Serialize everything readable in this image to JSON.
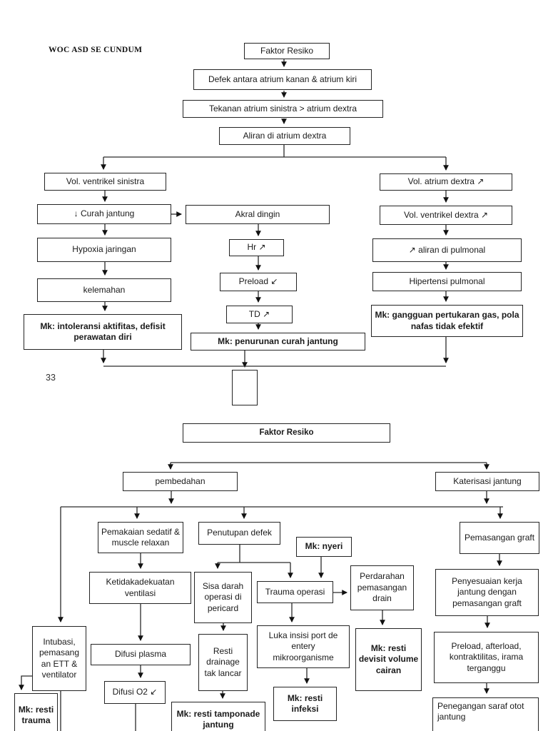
{
  "page": {
    "title": "WOC ASD SE CUNDUM",
    "page_number": "33"
  },
  "chart1": {
    "nodes": {
      "faktor_resiko": "Faktor Resiko",
      "defek": "Defek antara atrium kanan & atrium kiri",
      "tekanan": "Tekanan atrium sinistra > atrium dextra",
      "aliran": "Aliran di atrium dextra",
      "vol_ventrikel_sinistra": "Vol. ventrikel sinistra",
      "curah_jantung": "↓ Curah jantung",
      "hypoxia": "Hypoxia jaringan",
      "kelemahan": "kelemahan",
      "mk_intoleransi": "Mk: intoleransi aktifitas, defisit perawatan diri",
      "akral_dingin": "Akral dingin",
      "hr": "Hr ↗",
      "preload": "Preload ↙",
      "td": "TD ↗",
      "mk_penurunan": "Mk: penurunan curah jantung",
      "vol_atrium_dextra": "Vol. atrium dextra ↗",
      "vol_ventrikel_dextra": "Vol. ventrikel dextra ↗",
      "aliran_pulmonal": "↗ aliran di pulmonal",
      "hipertensi_pulmonal": "Hipertensi pulmonal",
      "mk_gangguan": "Mk: gangguan pertukaran gas, pola nafas tidak efektif"
    }
  },
  "chart2": {
    "nodes": {
      "faktor_resiko": "Faktor Resiko",
      "pembedahan": "pembedahan",
      "katerisasi": "Katerisasi jantung",
      "pemakaian_sedatif": "Pemakaian sedatif & muscle relaxan",
      "penutupan_defek": "Penutupan defek",
      "mk_nyeri": "Mk: nyeri",
      "pemasangan_graft": "Pemasangan graft",
      "ketidakadekuatan": "Ketidakadekuatan ventilasi",
      "sisa_darah": "Sisa darah operasi di pericard",
      "trauma_operasi": "Trauma operasi",
      "perdarahan": "Perdarahan pemasangan drain",
      "penyesuaian": "Penyesuaian kerja jantung dengan pemasangan graft",
      "intubasi": "Intubasi, pemasang an ETT & ventilator",
      "difusi_plasma": "Difusi plasma",
      "resti_drainage": "Resti drainage tak lancar",
      "luka_insisi": "Luka insisi port de entery mikroorganisme",
      "mk_devisit": "Mk: resti devisit volume cairan",
      "preload_afterload": "Preload, afterload, kontraktilitas, irama terganggu",
      "difusi_o2": "Difusi O2 ↙",
      "mk_trauma": "Mk: resti trauma",
      "mk_tamponade": "Mk: resti tamponade jantung",
      "mk_infeksi": "Mk: resti infeksi",
      "penegangan": "Penegangan saraf otot jantung"
    }
  }
}
